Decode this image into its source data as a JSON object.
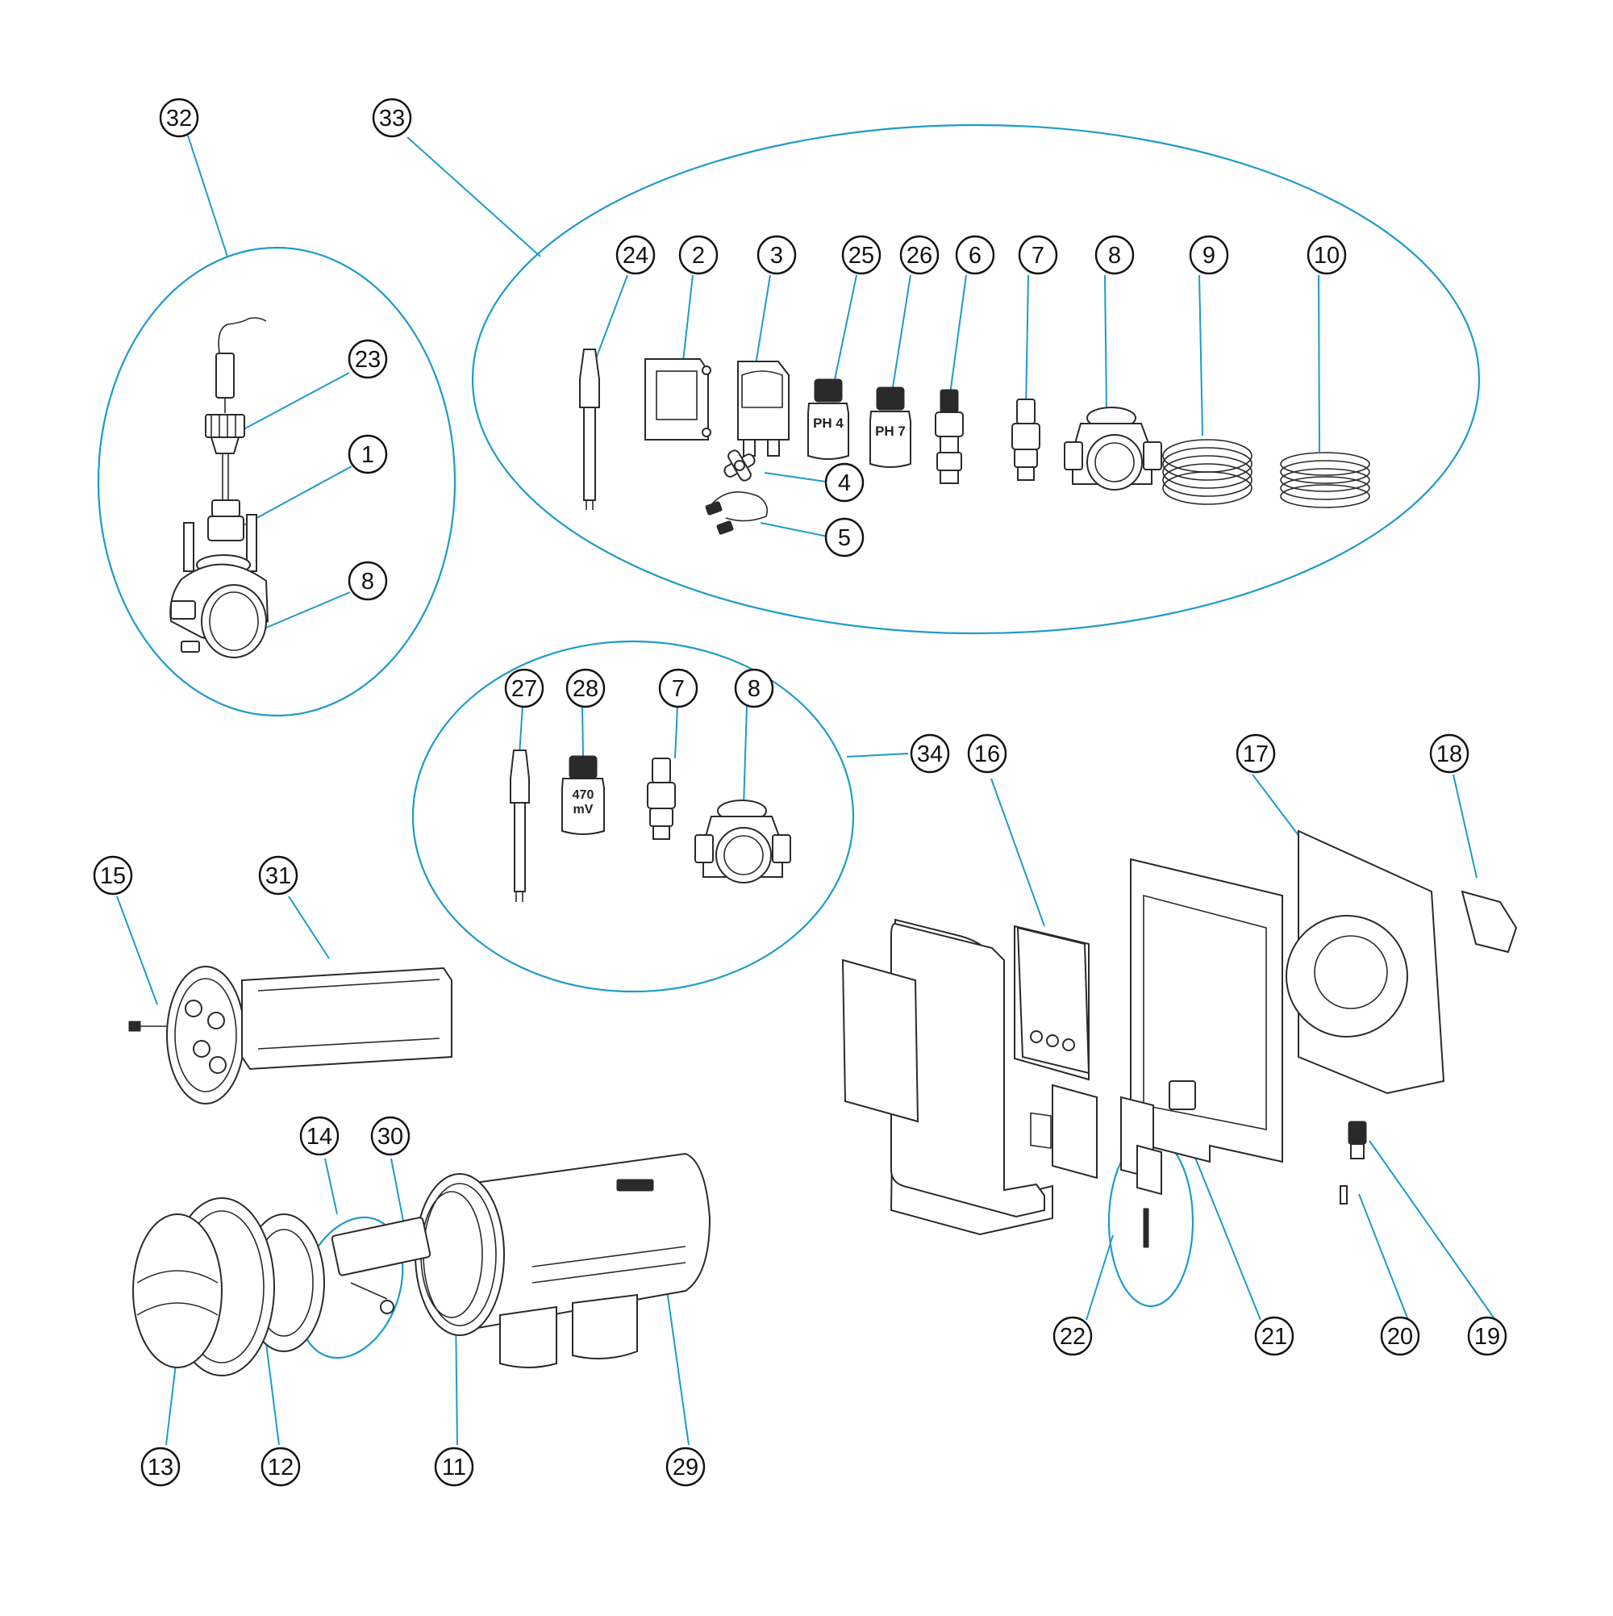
{
  "bottle_labels": {
    "ph4": "PH 4",
    "ph7": "PH 7",
    "orp_line1": "470",
    "orp_line2": "mV"
  },
  "colors": {
    "leader": "#1f9bc8",
    "outline": "#2a2a2a",
    "callout_stroke": "#111111"
  },
  "callouts": [
    {
      "id": "c32",
      "label": "32"
    },
    {
      "id": "c33",
      "label": "33"
    },
    {
      "id": "c23",
      "label": "23"
    },
    {
      "id": "c1",
      "label": "1"
    },
    {
      "id": "c8a",
      "label": "8"
    },
    {
      "id": "c24",
      "label": "24"
    },
    {
      "id": "c2",
      "label": "2"
    },
    {
      "id": "c3",
      "label": "3"
    },
    {
      "id": "c25",
      "label": "25"
    },
    {
      "id": "c26",
      "label": "26"
    },
    {
      "id": "c6",
      "label": "6"
    },
    {
      "id": "c7a",
      "label": "7"
    },
    {
      "id": "c8b",
      "label": "8"
    },
    {
      "id": "c9",
      "label": "9"
    },
    {
      "id": "c10",
      "label": "10"
    },
    {
      "id": "c4",
      "label": "4"
    },
    {
      "id": "c5",
      "label": "5"
    },
    {
      "id": "c27",
      "label": "27"
    },
    {
      "id": "c28",
      "label": "28"
    },
    {
      "id": "c7b",
      "label": "7"
    },
    {
      "id": "c8c",
      "label": "8"
    },
    {
      "id": "c34",
      "label": "34"
    },
    {
      "id": "c16",
      "label": "16"
    },
    {
      "id": "c17",
      "label": "17"
    },
    {
      "id": "c18",
      "label": "18"
    },
    {
      "id": "c15",
      "label": "15"
    },
    {
      "id": "c31",
      "label": "31"
    },
    {
      "id": "c14",
      "label": "14"
    },
    {
      "id": "c30",
      "label": "30"
    },
    {
      "id": "c13",
      "label": "13"
    },
    {
      "id": "c12",
      "label": "12"
    },
    {
      "id": "c11",
      "label": "11"
    },
    {
      "id": "c29",
      "label": "29"
    },
    {
      "id": "c22",
      "label": "22"
    },
    {
      "id": "c21",
      "label": "21"
    },
    {
      "id": "c20",
      "label": "20"
    },
    {
      "id": "c19",
      "label": "19"
    }
  ]
}
